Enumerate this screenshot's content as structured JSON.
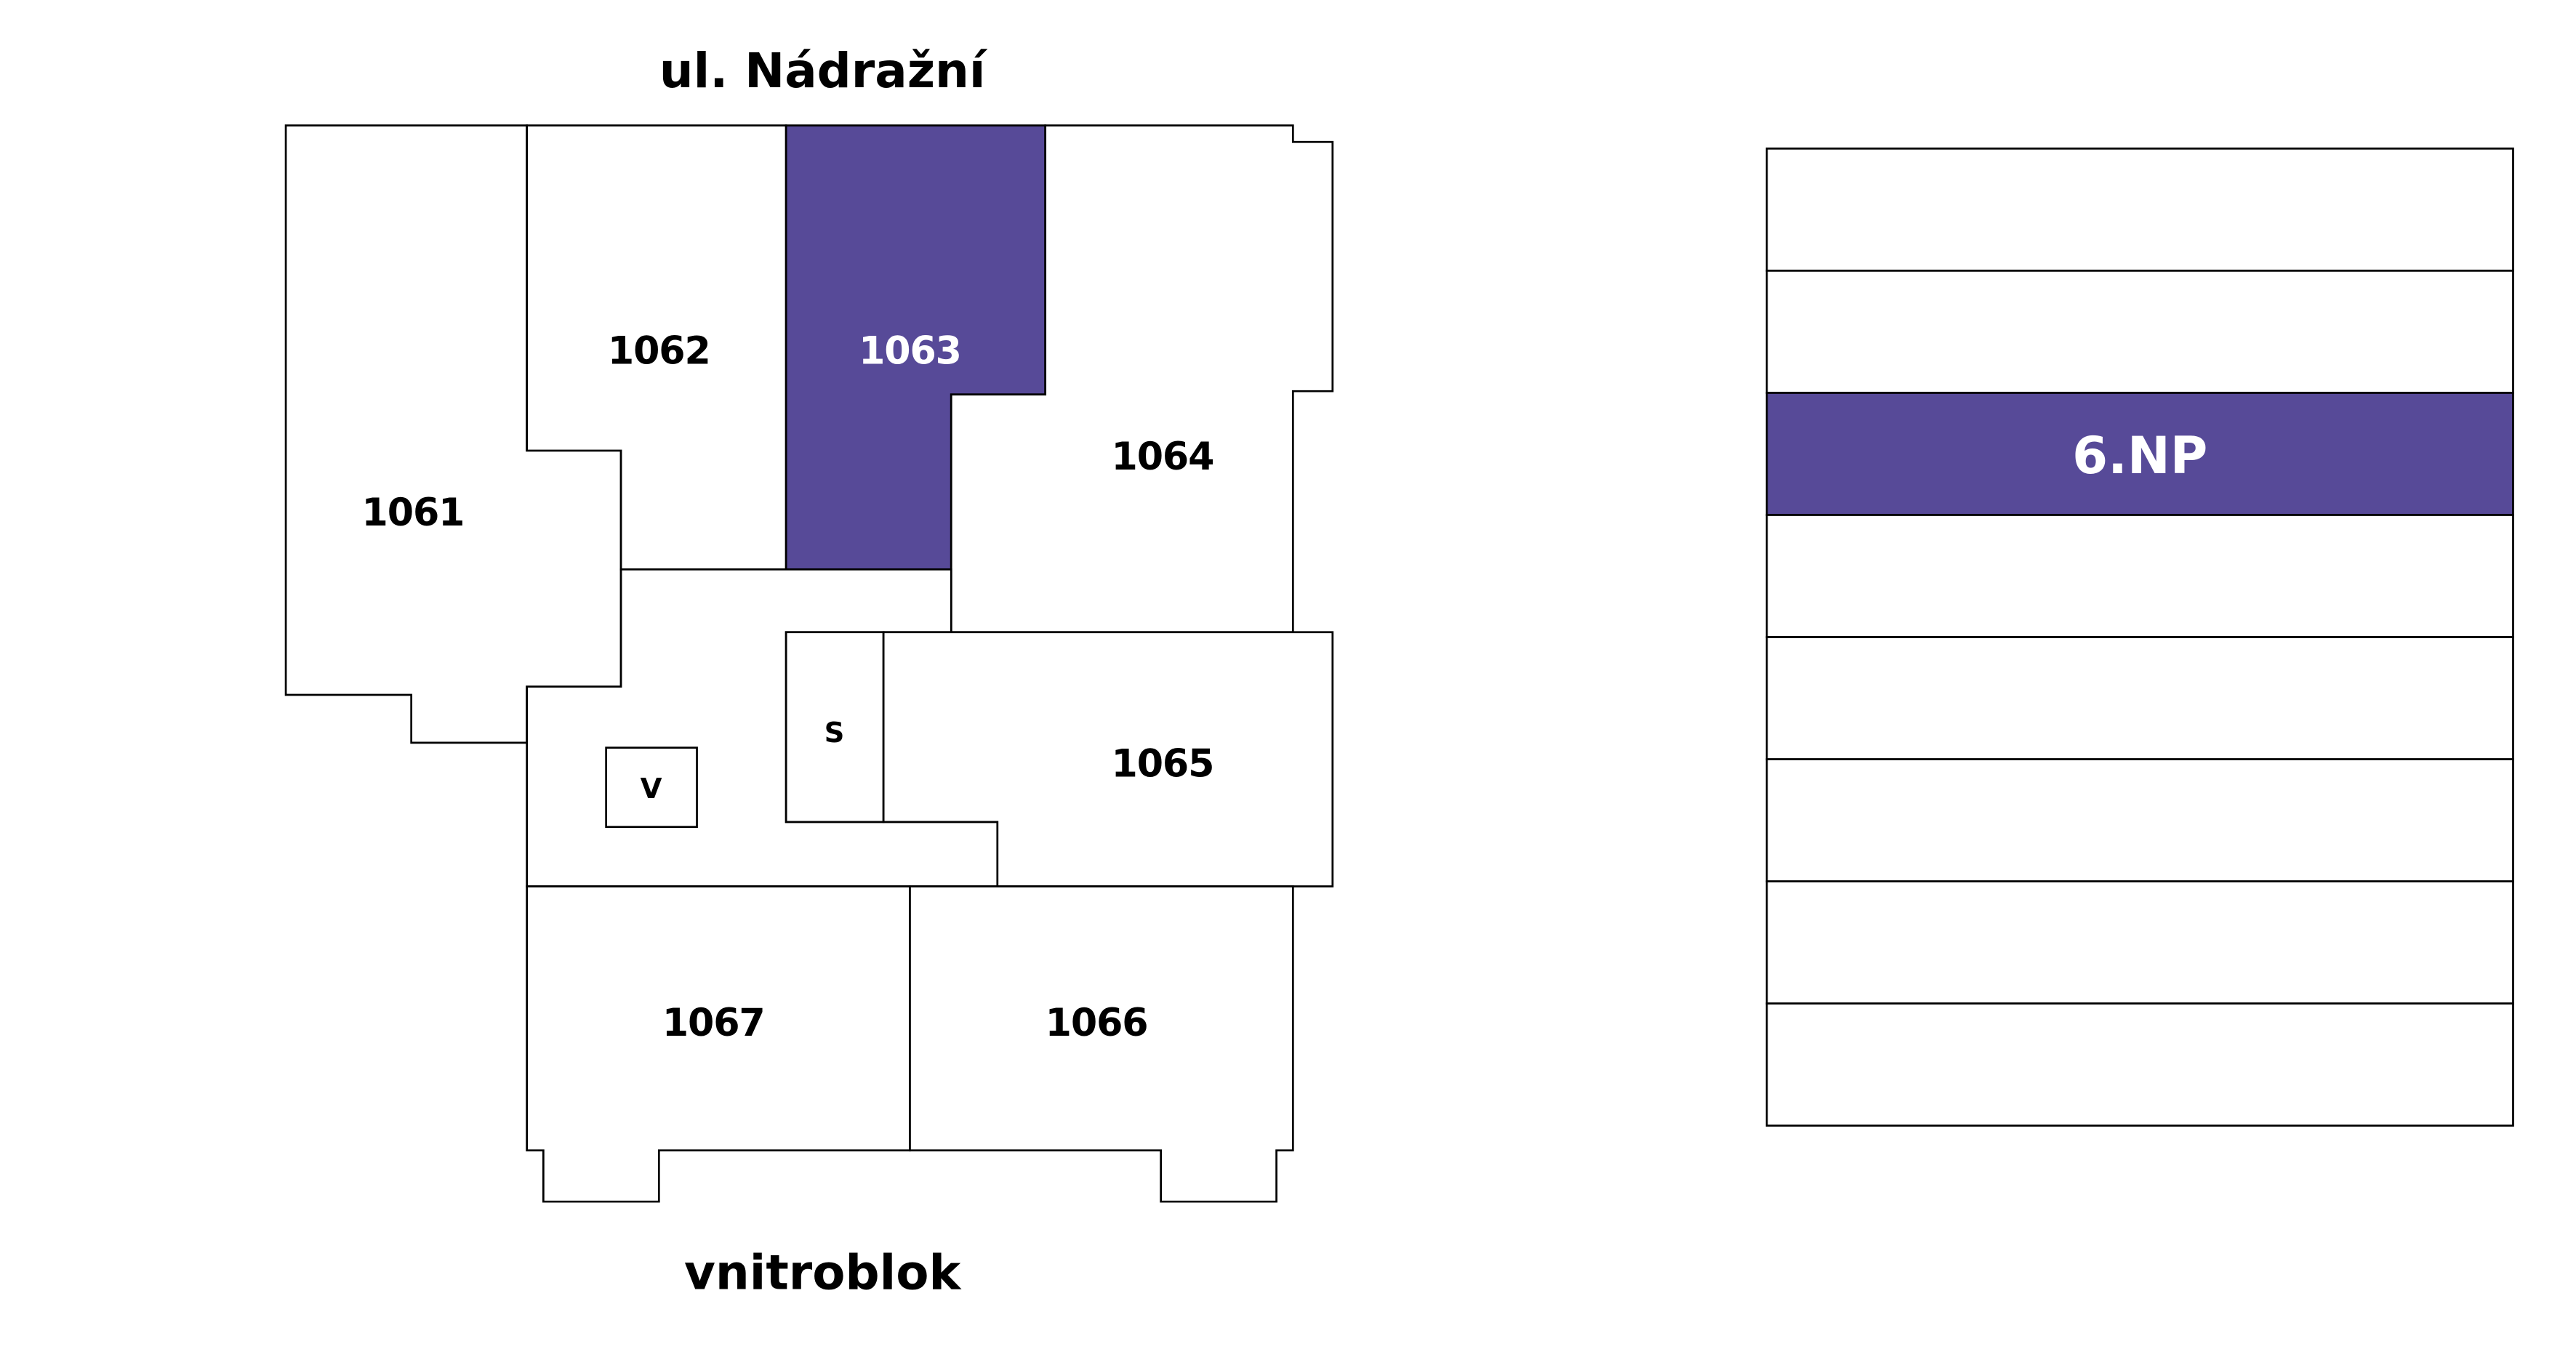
{
  "plan": {
    "street_top": "ul. Nádražní",
    "street_bottom": "vnitroblok",
    "selected_unit": "1063",
    "highlight_color": "#574a98",
    "units": {
      "u1061": "1061",
      "u1062": "1062",
      "u1063": "1063",
      "u1064": "1064",
      "u1065": "1065",
      "u1066": "1066",
      "u1067": "1067",
      "stairs": "S",
      "elevator": "V"
    }
  },
  "floors": {
    "count": 8,
    "selected_index": 2,
    "selected_label": "6.NP"
  }
}
